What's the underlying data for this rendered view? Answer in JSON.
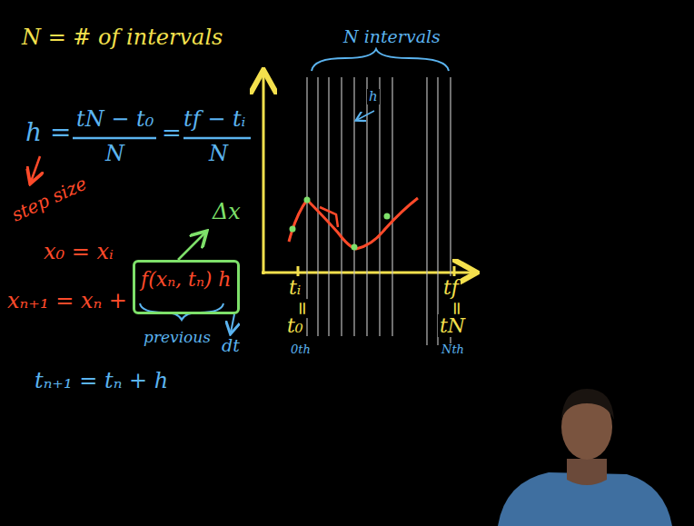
{
  "diagram": {
    "nodes": [
      {
        "text": [
          "f(xₙ, tₙ) h"
        ]
      }
    ],
    "labels": [
      "N = # of intervals",
      "h =",
      "tN − t₀",
      "N",
      "=",
      "tf − tᵢ",
      "N",
      "step size",
      "x₀ = xᵢ",
      "xₙ₊₁ = xₙ +",
      "Δx",
      "previous",
      "dt",
      "tₙ₊₁ = tₙ + h",
      "N intervals",
      "h",
      "tᵢ",
      "=",
      "t₀",
      "0th",
      "tf",
      "=",
      "tN",
      "Nth"
    ]
  }
}
